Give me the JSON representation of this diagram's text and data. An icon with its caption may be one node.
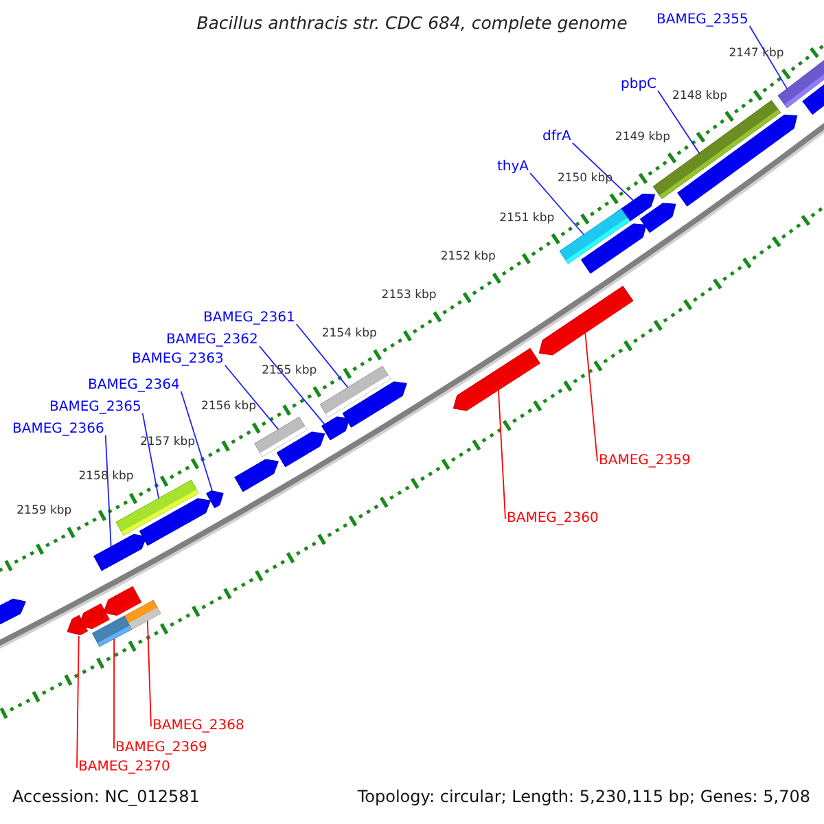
{
  "diagram": {
    "title": "Bacillus anthracis str. CDC 684, complete genome",
    "nodes": [
      {
        "text": [
          "BAMEG_2355"
        ]
      },
      {
        "text": [
          "pbpC"
        ]
      },
      {
        "text": [
          "dfrA"
        ]
      },
      {
        "text": [
          "thyA"
        ]
      },
      {
        "text": [
          "BAMEG_2361"
        ]
      },
      {
        "text": [
          "BAMEG_2362"
        ]
      },
      {
        "text": [
          "BAMEG_2363"
        ]
      },
      {
        "text": [
          "BAMEG_2364"
        ]
      },
      {
        "text": [
          "BAMEG_2365"
        ]
      },
      {
        "text": [
          "BAMEG_2366"
        ]
      },
      {
        "text": [
          "BAMEG_2359"
        ]
      },
      {
        "text": [
          "BAMEG_2360"
        ]
      },
      {
        "text": [
          "BAMEG_2368"
        ]
      },
      {
        "text": [
          "BAMEG_2369"
        ]
      },
      {
        "text": [
          "BAMEG_2370"
        ]
      },
      {
        "text": [],
        "shape": "bar"
      },
      {
        "text": [],
        "shape": "bar"
      },
      {
        "text": [],
        "shape": "arrow"
      },
      {
        "text": [],
        "shape": "bar"
      },
      {
        "text": [],
        "shape": "bar"
      },
      {
        "text": [],
        "shape": "arrow"
      },
      {
        "text": [],
        "shape": "bar"
      },
      {
        "text": [],
        "shape": "arrow"
      },
      {
        "text": [],
        "shape": "bar"
      },
      {
        "text": [],
        "shape": "arrow"
      },
      {
        "text": [],
        "shape": "arrow"
      },
      {
        "text": [],
        "shape": "arrow"
      },
      {
        "text": [],
        "shape": "bar"
      },
      {
        "text": [],
        "shape": "bar"
      },
      {
        "text": [],
        "shape": "arrow"
      },
      {
        "text": [],
        "shape": "arrow"
      },
      {
        "text": [],
        "shape": "arrow"
      },
      {
        "text": [],
        "shape": "arrow"
      },
      {
        "text": [],
        "shape": "arrow"
      },
      {
        "text": [],
        "shape": "arrow"
      },
      {
        "text": [],
        "shape": "arrow"
      },
      {
        "text": [],
        "shape": "arrow"
      },
      {
        "text": [],
        "shape": "arrow"
      },
      {
        "text": [],
        "shape": "arrow"
      },
      {
        "text": [],
        "shape": "arrow"
      },
      {
        "text": [],
        "shape": "arrow"
      }
    ],
    "edges": [
      {
        "from": 0,
        "to": 15,
        "arrow": "none"
      },
      {
        "from": 1,
        "to": 16,
        "arrow": "none"
      },
      {
        "from": 2,
        "to": 17,
        "arrow": "none"
      },
      {
        "from": 3,
        "to": 18,
        "arrow": "none"
      },
      {
        "from": 4,
        "to": 19,
        "arrow": "none"
      },
      {
        "from": 5,
        "to": 20,
        "arrow": "none"
      },
      {
        "from": 6,
        "to": 21,
        "arrow": "none"
      },
      {
        "from": 7,
        "to": 22,
        "arrow": "none"
      },
      {
        "from": 8,
        "to": 23,
        "arrow": "none"
      },
      {
        "from": 9,
        "to": 24,
        "arrow": "none"
      },
      {
        "from": 10,
        "to": 25,
        "arrow": "none",
        "color": "#ff0000"
      },
      {
        "from": 11,
        "to": 26,
        "arrow": "none",
        "color": "#ff0000"
      },
      {
        "from": 12,
        "to": 27,
        "arrow": "none",
        "color": "#ff0000"
      },
      {
        "from": 13,
        "to": 28,
        "arrow": "none",
        "color": "#ff0000"
      },
      {
        "from": 14,
        "to": 29,
        "arrow": "none",
        "color": "#ff0000"
      }
    ],
    "labels": [
      "2147 kbp",
      "2148 kbp",
      "2149 kbp",
      "2150 kbp",
      "2151 kbp",
      "2152 kbp",
      "2153 kbp",
      "2154 kbp",
      "2155 kbp",
      "2156 kbp",
      "2157 kbp",
      "2158 kbp",
      "2159 kbp",
      "Accession: NC_012581",
      "Topology: circular; Length: 5,230,115 bp; Genes: 5,708"
    ]
  }
}
